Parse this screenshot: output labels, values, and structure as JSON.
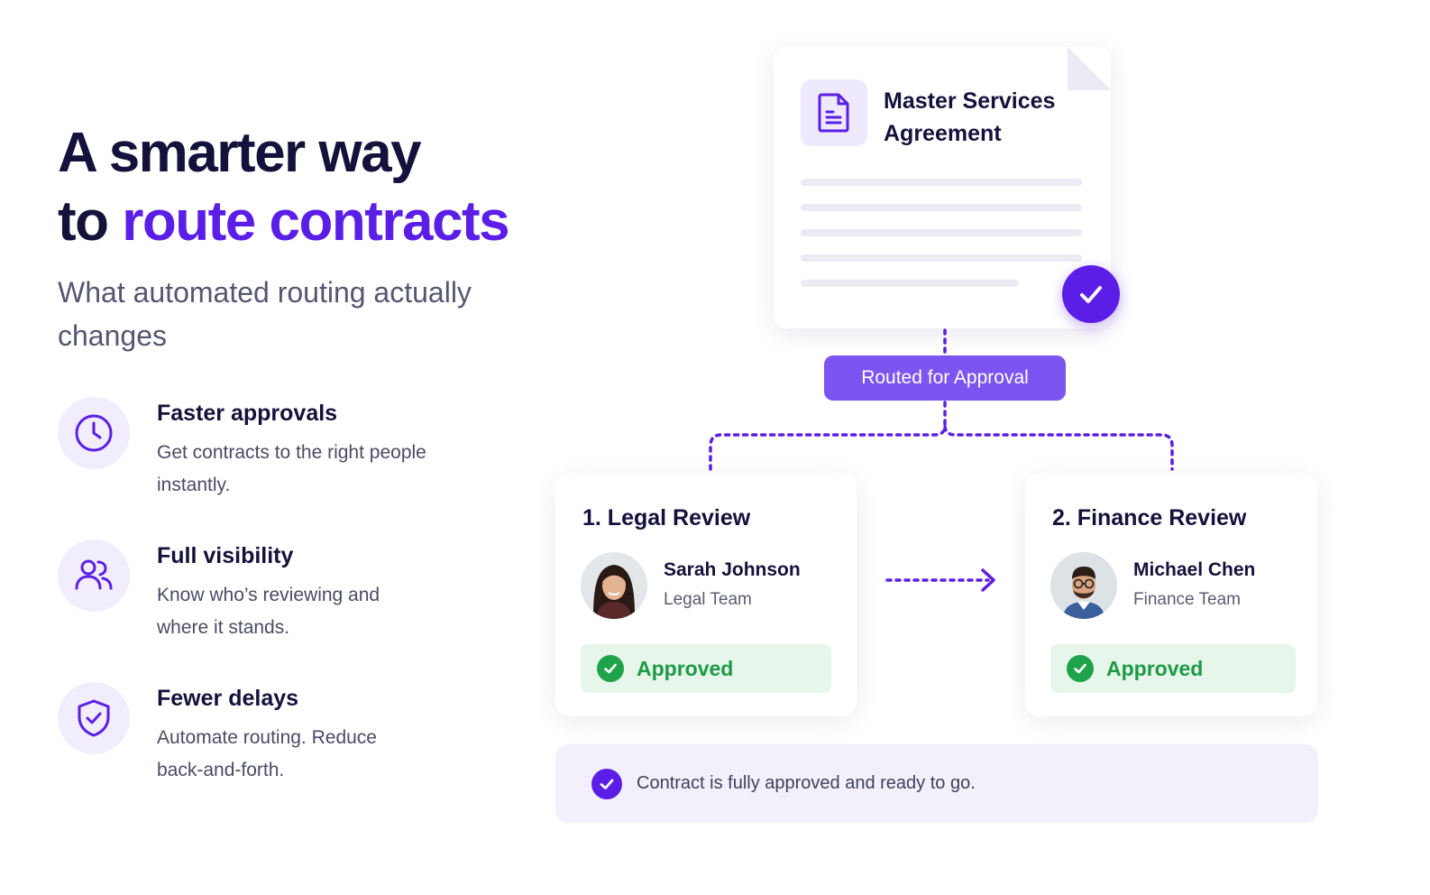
{
  "hero": {
    "line1": "A smarter way",
    "line2_prefix": "to ",
    "line2_accent": "route contracts",
    "subtitle": "What automated routing actually changes"
  },
  "features": [
    {
      "icon": "clock-icon",
      "title": "Faster approvals",
      "description": "Get contracts to the right people instantly."
    },
    {
      "icon": "users-icon",
      "title": "Full visibility",
      "description": "Know who’s reviewing and where it stands."
    },
    {
      "icon": "shield-check-icon",
      "title": "Fewer delays",
      "description": "Automate routing. Reduce back-and-forth."
    }
  ],
  "document": {
    "icon": "document-icon",
    "title": "Master Services Agreement",
    "status_icon": "checkmark-icon"
  },
  "routing": {
    "label": "Routed for Approval"
  },
  "reviews": [
    {
      "step": "1.  Legal Review",
      "name": "Sarah Johnson",
      "team": "Legal Team",
      "status": "Approved",
      "avatar": "avatar-sarah"
    },
    {
      "step": "2.  Finance Review",
      "name": "Michael Chen",
      "team": "Finance Team",
      "status": "Approved",
      "avatar": "avatar-michael"
    }
  ],
  "banner": {
    "text": "Contract is fully approved and ready to go."
  },
  "colors": {
    "accent": "#5b1ee6",
    "pill": "#7c55f0",
    "success": "#1fa34a",
    "success_bg": "#e6f6ea",
    "ink": "#14123a"
  }
}
